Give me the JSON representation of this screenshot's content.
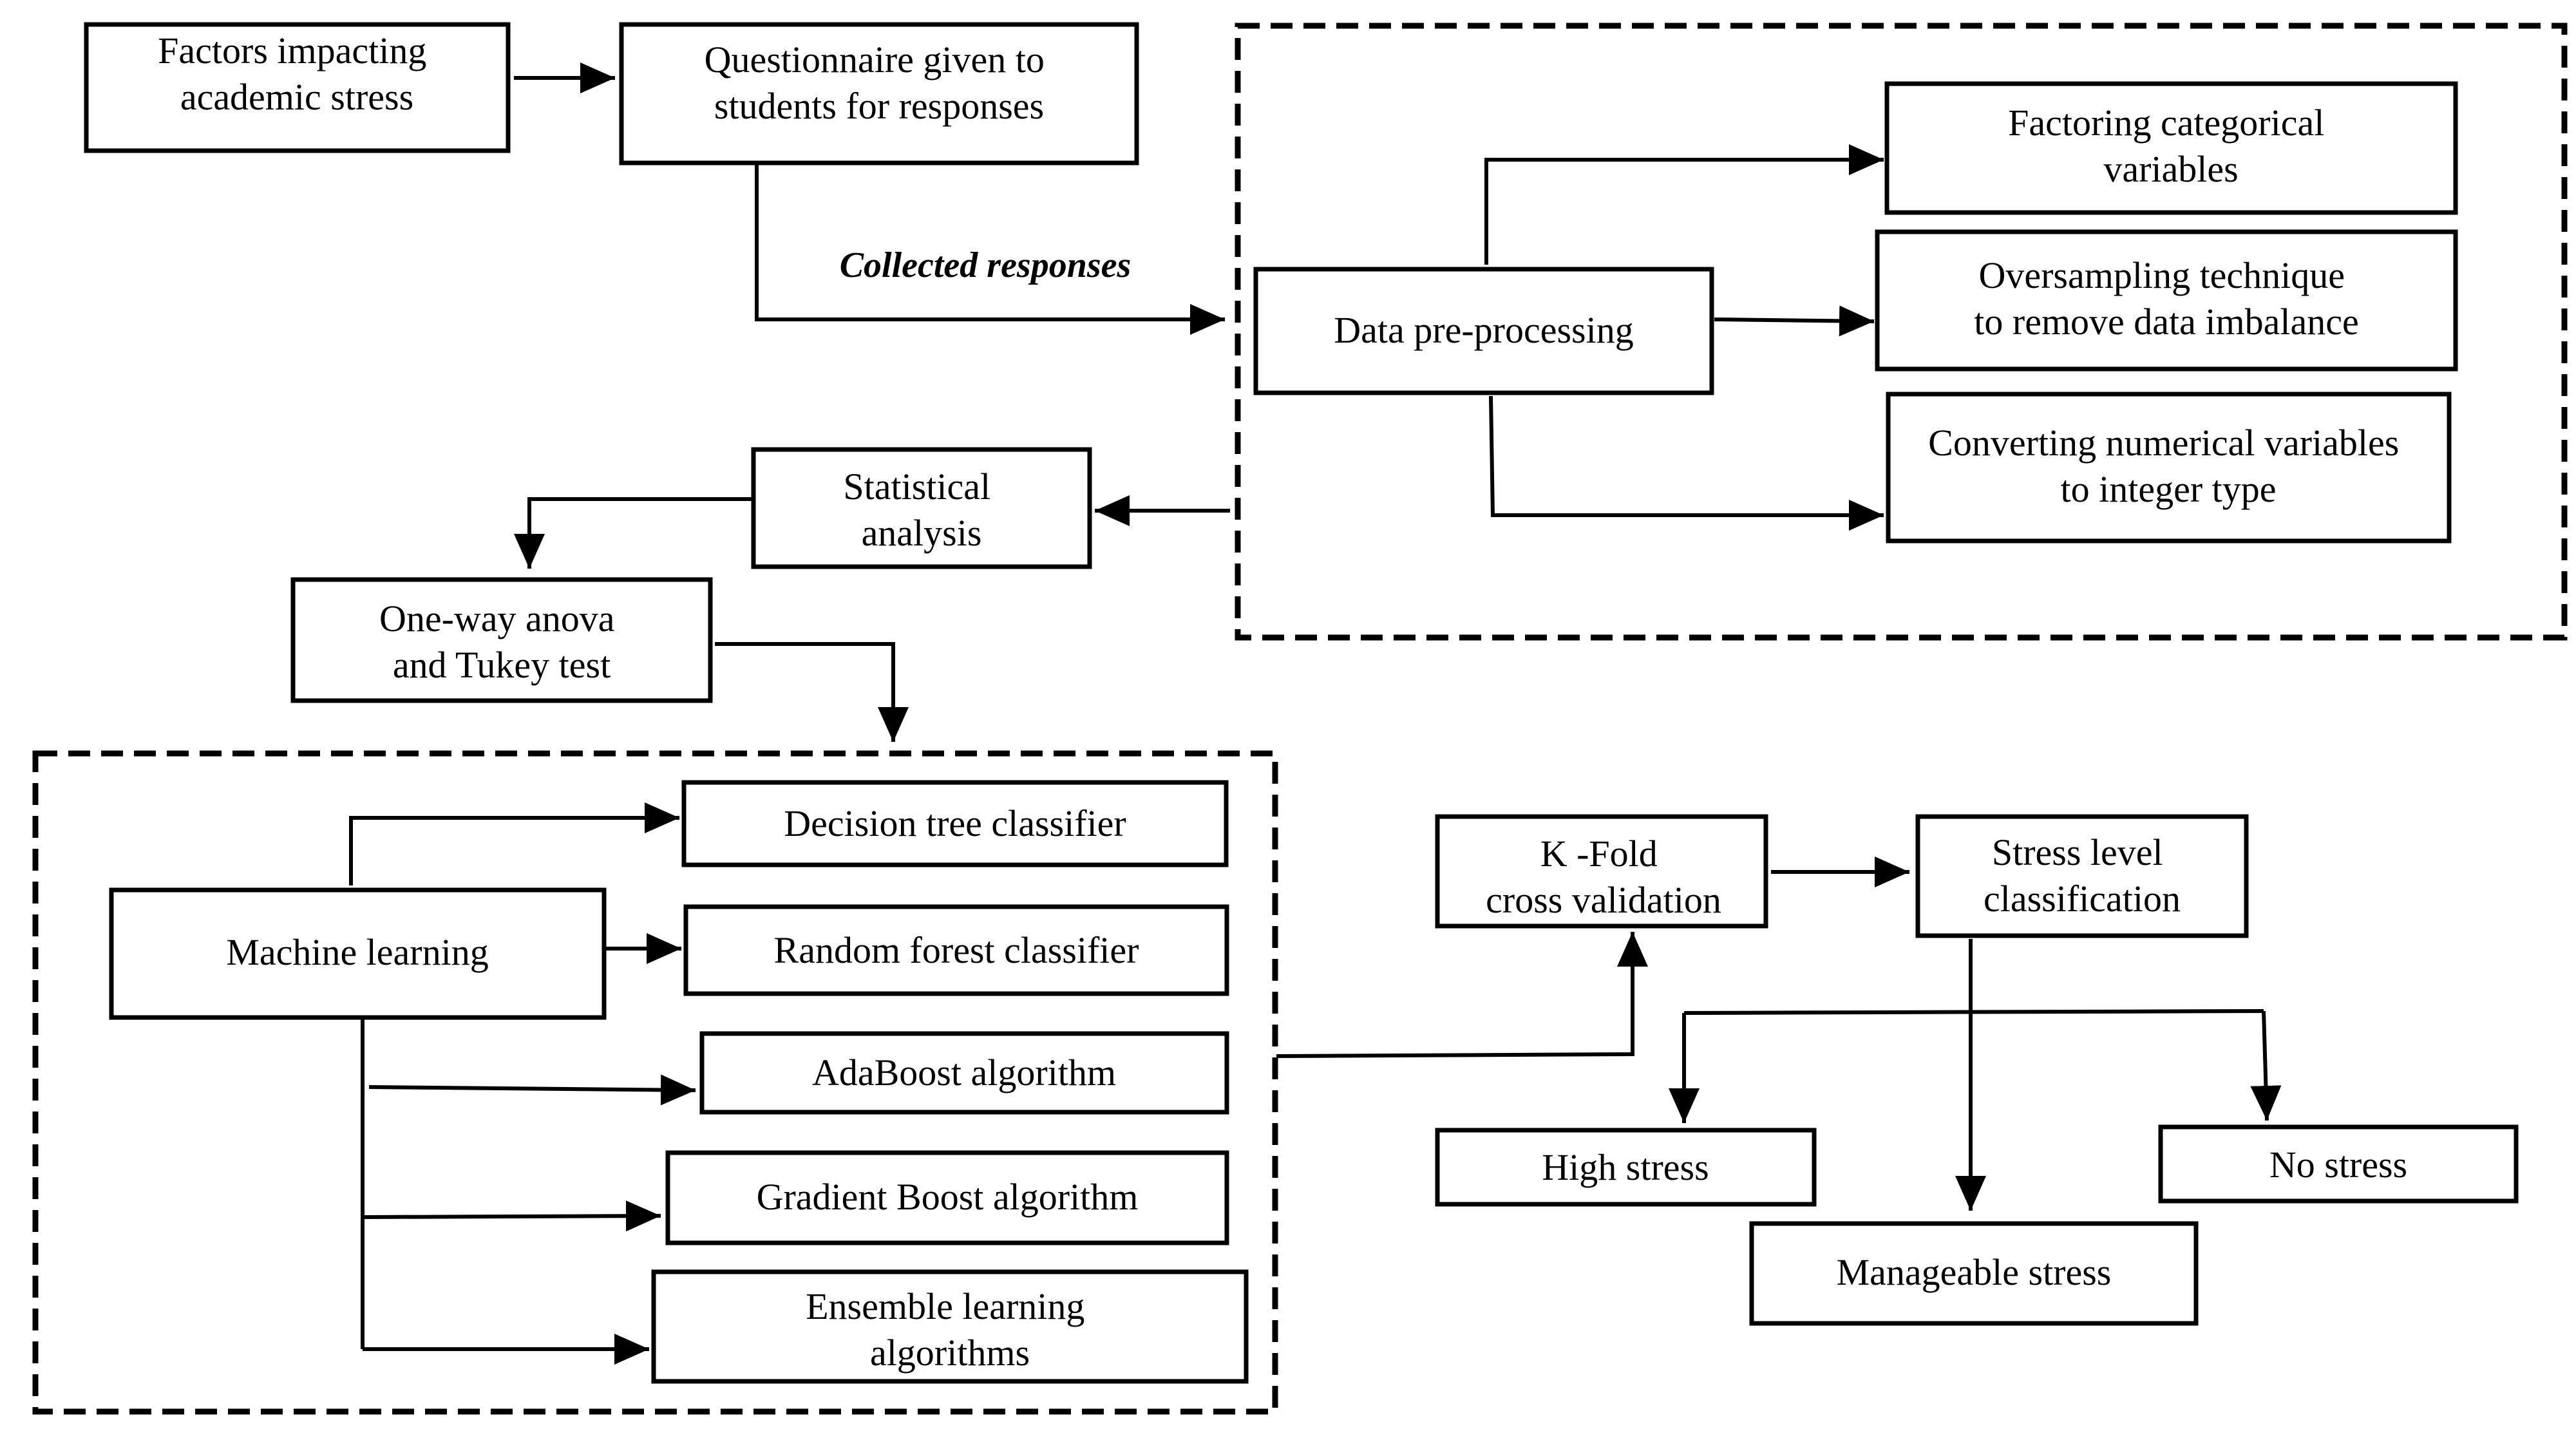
{
  "diagram": {
    "nodes": {
      "factors": "Factors impacting academic stress",
      "questionnaire": "Questionnaire given to students for responses",
      "preprocessing": "Data pre-processing",
      "factoring": "Factoring categorical variables",
      "oversampling": "Oversampling technique to remove data imbalance",
      "converting": "Converting numerical variables to integer type",
      "statistical": "Statistical analysis",
      "anova": "One-way anova and Tukey test",
      "ml": "Machine learning",
      "decision_tree": "Decision tree classifier",
      "random_forest": "Random forest classifier",
      "adaboost": "AdaBoost algorithm",
      "gradient_boost": "Gradient Boost algorithm",
      "ensemble": "Ensemble learning algorithms",
      "kfold": "K -Fold cross validation",
      "stress_class": "Stress level classification",
      "high": "High stress",
      "manageable": "Manageable stress",
      "none": "No stress"
    },
    "edge_labels": {
      "collected": "Collected responses"
    }
  }
}
